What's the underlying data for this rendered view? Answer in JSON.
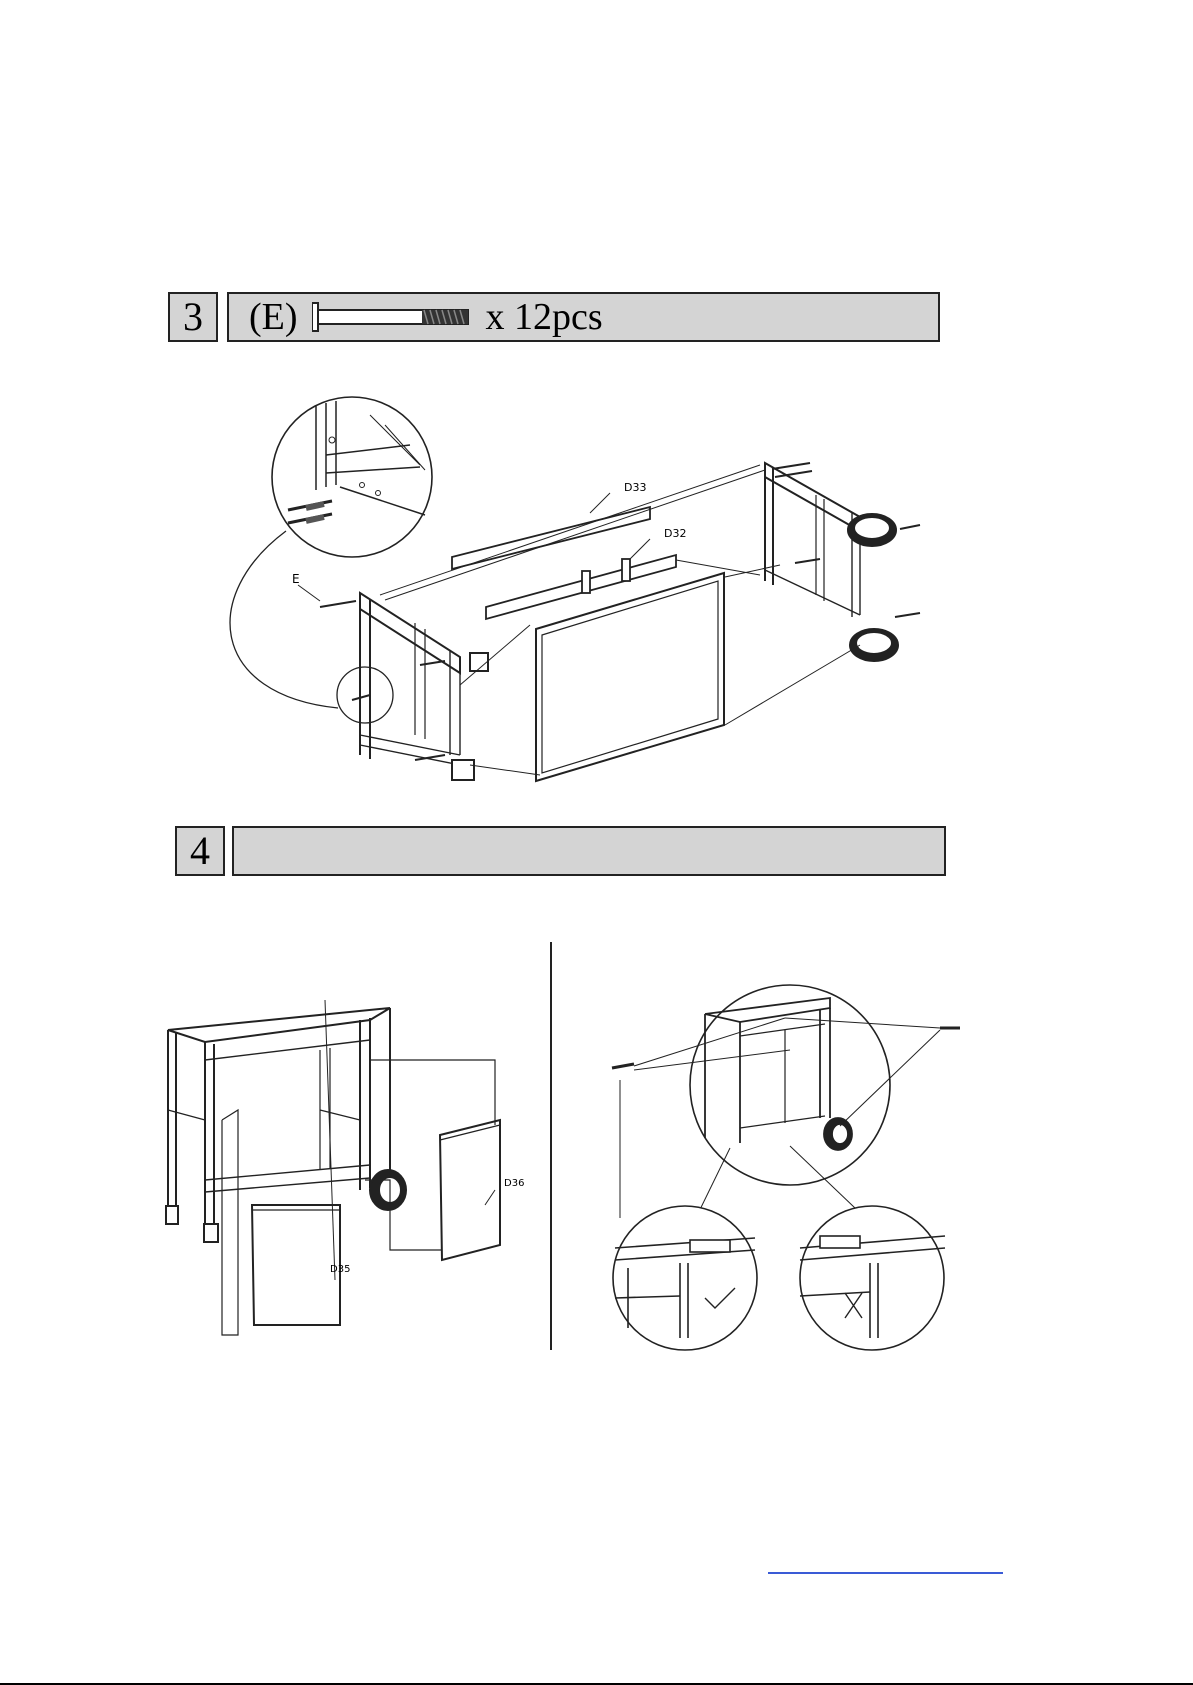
{
  "step3": {
    "number": "3",
    "part_code": "(E)",
    "quantity": "x 12pcs",
    "labels": {
      "e": "E",
      "d33": "D33",
      "d32": "D32"
    }
  },
  "step4": {
    "number": "4",
    "labels": {
      "d35": "D35",
      "d36": "D36"
    }
  },
  "colors": {
    "bar_fill": "#d4d4d4",
    "line": "#222222",
    "link": "#3a5bd6"
  }
}
